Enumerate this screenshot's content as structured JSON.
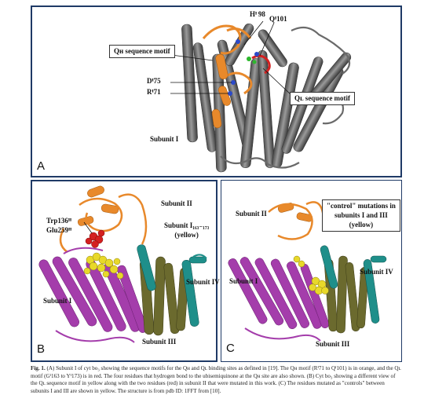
{
  "panel_a": {
    "label": "A",
    "annotations": {
      "h98": "Hᴵ 98",
      "q101": "Qᴵ101",
      "qh_motif": "Qʜ sequence motif",
      "d75": "Dᴵ75",
      "r71": "Rᴵ71",
      "ql_motif": "Qʟ sequence motif",
      "subunit_i": "Subunit I"
    }
  },
  "panel_b": {
    "label": "B",
    "annotations": {
      "trp": "Trp136ᴵᴵ",
      "glu": "Glu259ᴵᴵ",
      "subunit_ii": "Subunit II",
      "subunit_i163_line1": "Subunit I₁₆₃₋₁₇₃",
      "subunit_i163_line2": "(yellow)",
      "subunit_iv": "Subunit IV",
      "subunit_i": "Subunit I",
      "subunit_iii": "Subunit III"
    }
  },
  "panel_c": {
    "label": "C",
    "annotations": {
      "subunit_ii": "Subunit II",
      "control_line1": "\"control\" mutations in",
      "control_line2": "subunits I and III",
      "control_line3": "(yellow)",
      "subunit_iv": "Subunit IV",
      "subunit_i": "Subunit I",
      "subunit_iii": "Subunit III"
    }
  },
  "caption": {
    "label": "Fig. 1.",
    "text": " (A) Subunit I of cyt bo₃ showing the sequence motifs for the Qʜ and Qʟ binding sites as defined in [19]. The Qʜ motif (Rᴵ71 to Qᴵ101) is in orange, and the Qʟ motif (Gᴵ163 to Yᴵ173) is in red. The four residues that hydrogen bond to the ubisemiquinone at the Qʜ site are also shown. (B) Cyt bo₃ showing a different view of the Qʟ sequence motif in yellow along with the two residues (red) in subunit II that were mutated in this work. (C) The residues mutated as \"controls\" between subunits I and III are shown in yellow. The structure is from pdb ID: 1FFT from [10]."
  },
  "colors": {
    "frame": "#1f3a66",
    "grey_helix": "#7a7a7a",
    "orange": "#e8892b",
    "red": "#d42020",
    "magenta": "#a43dab",
    "olive": "#6b6a2e",
    "teal": "#1f8f8a",
    "yellow": "#e8d82a"
  }
}
